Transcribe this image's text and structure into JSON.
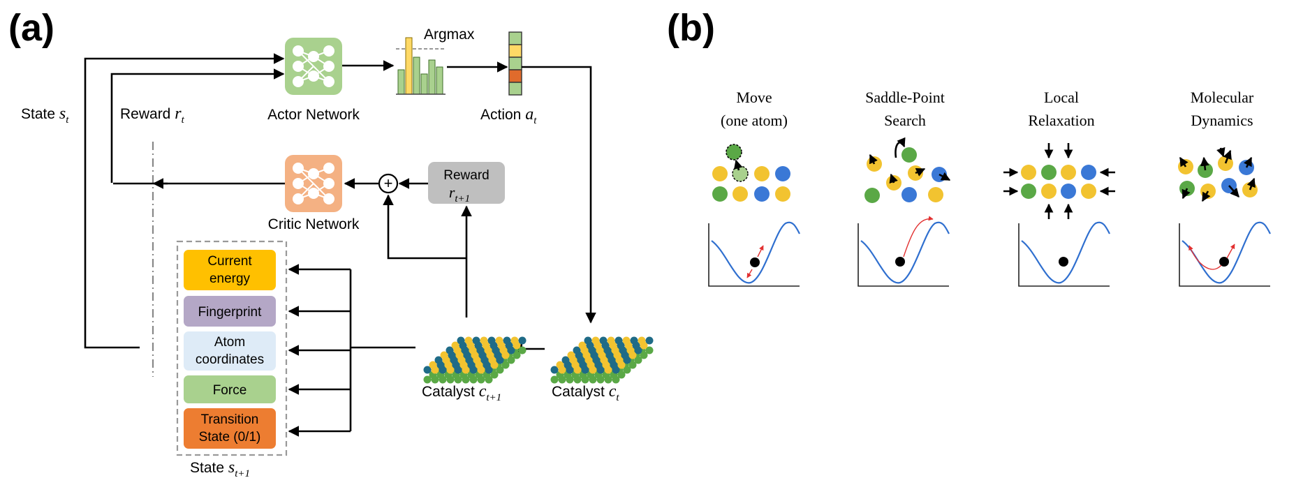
{
  "panel_a": {
    "tag": "(a)",
    "state_label": "State",
    "state_var": "s",
    "state_sub": "t",
    "reward_label": "Reward",
    "reward_var": "r",
    "reward_sub": "t",
    "actor_label": "Actor Network",
    "argmax_label": "Argmax",
    "action_label": "Action",
    "action_var": "a",
    "action_sub": "t",
    "critic_label": "Critic Network",
    "sum_symbol": "+",
    "reward_box_label": "Reward",
    "reward_box_var": "r",
    "reward_box_sub": "t+1",
    "features": [
      {
        "line1": "Current",
        "line2": "energy",
        "color": "#ffc000"
      },
      {
        "line1": "Fingerprint",
        "line2": "",
        "color": "#b4a7c6"
      },
      {
        "line1": "Atom",
        "line2": "coordinates",
        "color": "#deebf7"
      },
      {
        "line1": "Force",
        "line2": "",
        "color": "#a9d18e"
      },
      {
        "line1": "Transition",
        "line2": "State (0/1)",
        "color": "#ed7d31"
      }
    ],
    "next_state_label": "State",
    "next_state_var": "s",
    "next_state_sub": "t+1",
    "catalyst_next_label": "Catalyst",
    "catalyst_next_var": "c",
    "catalyst_next_sub": "t+1",
    "catalyst_label": "Catalyst",
    "catalyst_var": "c",
    "catalyst_sub": "t"
  },
  "panel_b": {
    "tag": "(b)",
    "actions": [
      {
        "line1": "Move",
        "line2": "(one atom)"
      },
      {
        "line1": "Saddle-Point",
        "line2": "Search"
      },
      {
        "line1": "Local",
        "line2": "Relaxation"
      },
      {
        "line1": "Molecular",
        "line2": "Dynamics"
      }
    ]
  },
  "colors": {
    "actor_green": "#a9d18e",
    "critic_orange": "#f4b183",
    "reward_gray": "#bfbfbf",
    "atom_yellow": "#f2c330",
    "atom_green": "#5aa846",
    "atom_blue": "#3a78d6",
    "curve_blue": "#2f6fcf"
  },
  "icons": [
    "neural-network-icon",
    "bar-chart-icon",
    "catalyst-slab-icon",
    "sum-node-icon"
  ]
}
